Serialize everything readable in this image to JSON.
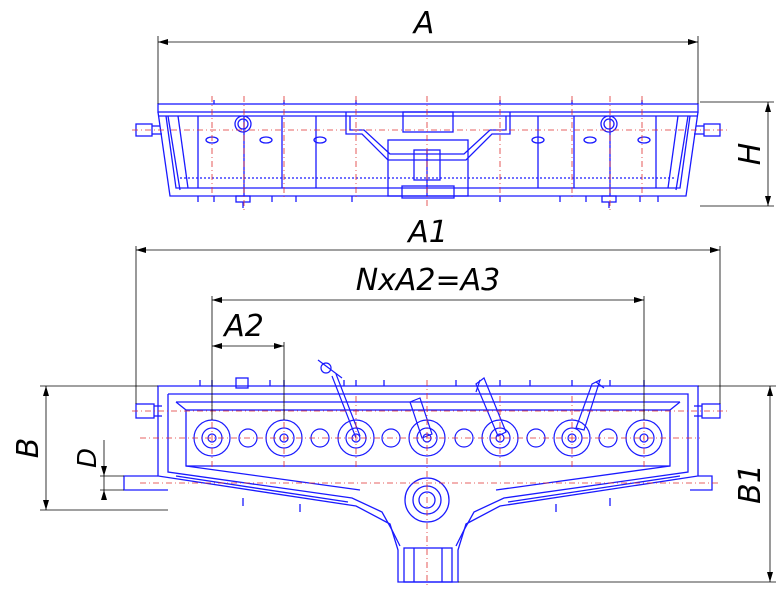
{
  "colors": {
    "outline": "#1a1aff",
    "centerline": "#e03030",
    "dimension": "#000000",
    "background": "#ffffff"
  },
  "labels": {
    "a": "A",
    "h": "H",
    "a1": "A1",
    "formula": "NxA2=A3",
    "a2": "A2",
    "b": "B",
    "d": "D",
    "b1": "B1"
  }
}
